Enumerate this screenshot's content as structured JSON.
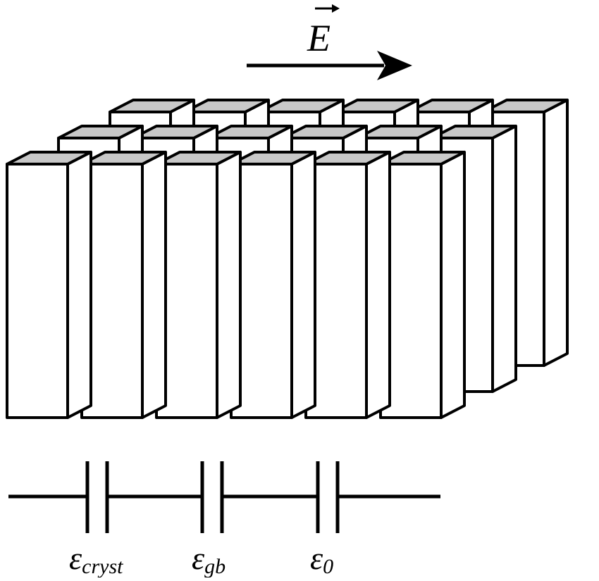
{
  "field": {
    "symbol": "E"
  },
  "capacitors": [
    {
      "symbol": "ε",
      "subscript": "cryst"
    },
    {
      "symbol": "ε",
      "subscript": "gb"
    },
    {
      "symbol": "ε",
      "subscript": "0"
    }
  ],
  "colors": {
    "stroke": "#000000",
    "top_face": "#c8c8c8",
    "face": "#ffffff"
  }
}
